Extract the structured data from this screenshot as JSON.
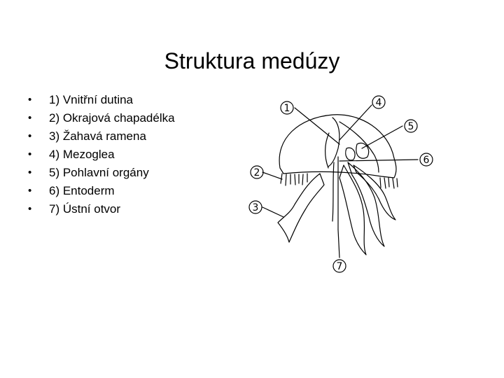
{
  "slide": {
    "title": "Struktura medúzy",
    "items": [
      {
        "bullet": "•",
        "text": "1) Vnitřní dutina"
      },
      {
        "bullet": "•",
        "text": "2) Okrajová chapadélka"
      },
      {
        "bullet": "•",
        "text": "3) Žahavá ramena"
      },
      {
        "bullet": "•",
        "text": "4) Mezoglea"
      },
      {
        "bullet": "•",
        "text": "5) Pohlavní orgány"
      },
      {
        "bullet": "•",
        "text": "6) Entoderm"
      },
      {
        "bullet": "•",
        "text": "7) Ústní otvor"
      }
    ]
  },
  "diagram": {
    "labels": [
      "1",
      "2",
      "3",
      "4",
      "5",
      "6",
      "7"
    ]
  }
}
